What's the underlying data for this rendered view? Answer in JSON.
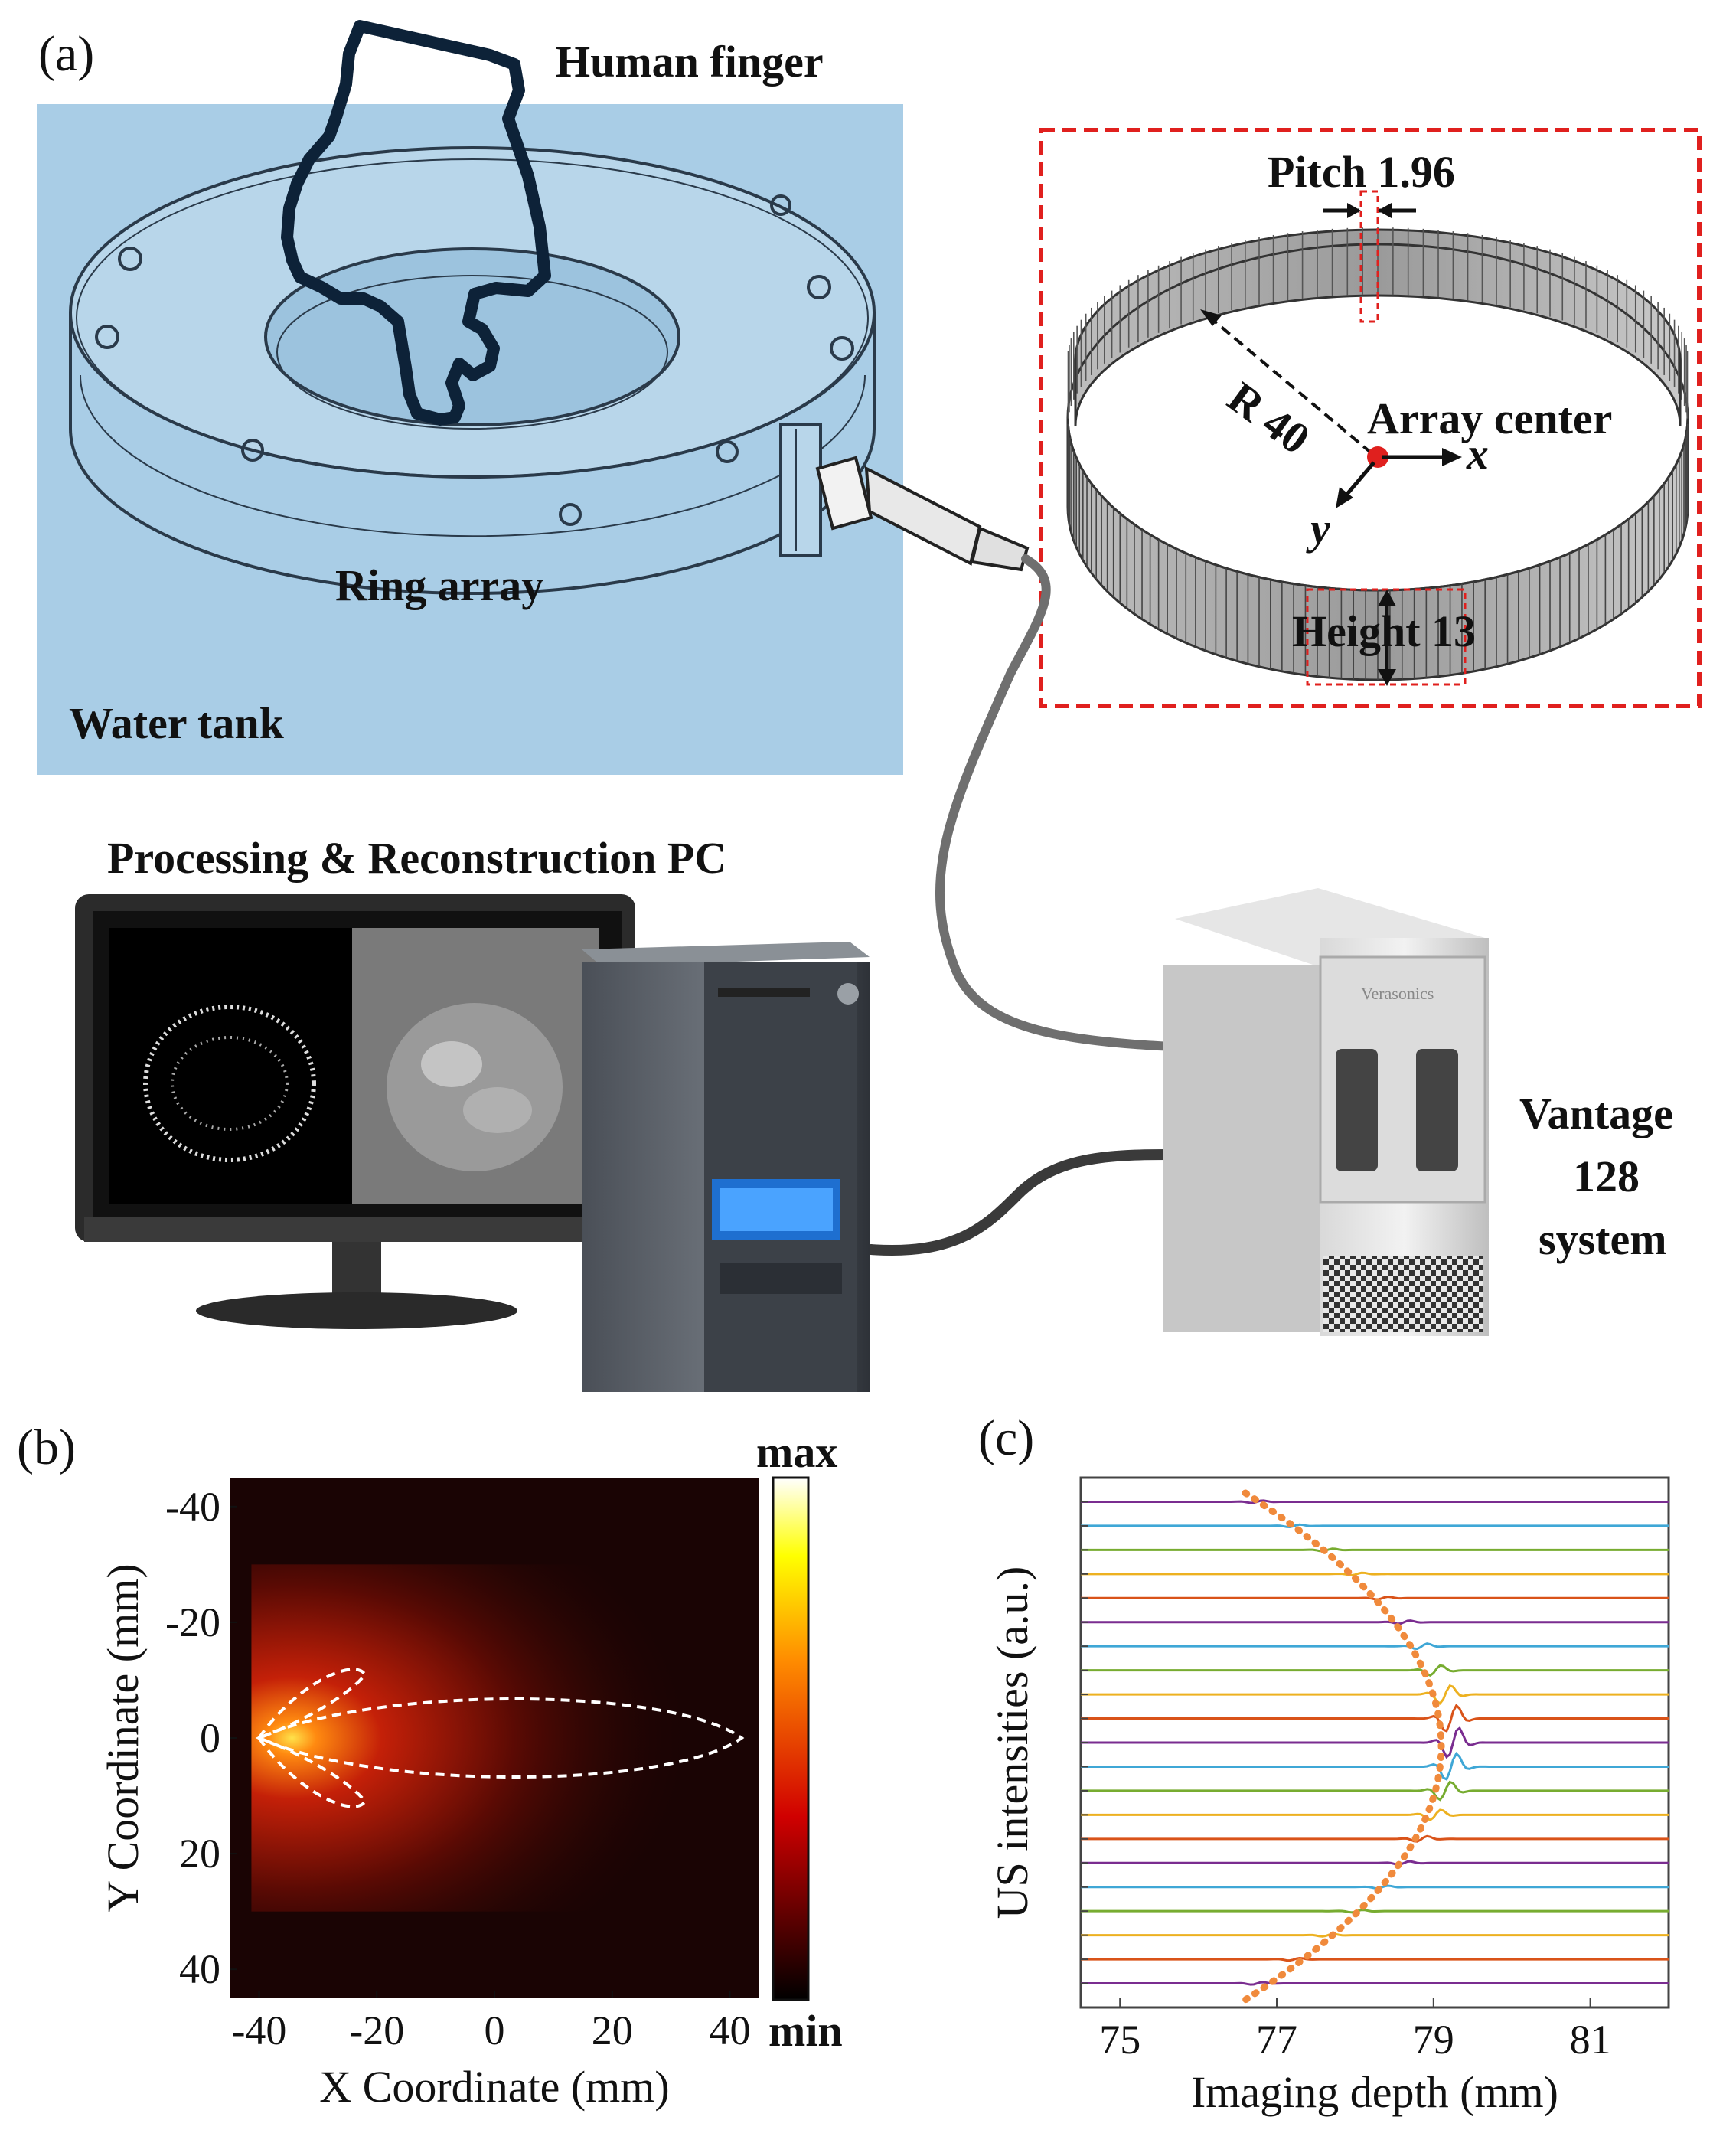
{
  "panel_a": {
    "panel_label": "(a)",
    "human_finger_label": "Human finger",
    "ring_array_label": "Ring array",
    "water_tank_label": "Water tank",
    "pitch_label": "Pitch 1.96",
    "radius_label": "R 40",
    "array_center_label": "Array center",
    "x_axis_label": "x",
    "y_axis_label": "y",
    "height_label": "Height 13",
    "pc_label": "Processing & Reconstruction PC",
    "vantage_line1": "Vantage",
    "vantage_line2": "128",
    "vantage_line3": "system",
    "vantage_brand": "Verasonics",
    "colors": {
      "water": "#a9cde6",
      "dashed_frame": "#e0201e",
      "center_dot": "#e0201e",
      "cable": "#6f6f6f"
    }
  },
  "panel_b": {
    "panel_label": "(b)",
    "colorbar_max_label": "max",
    "colorbar_min_label": "min",
    "colors": {
      "background": "#1a0404",
      "hot": "#ffd000"
    }
  },
  "panel_c": {
    "panel_label": "(c)",
    "colors": {
      "fit_curve": "#f08a3c"
    }
  },
  "chart_data": [
    {
      "type": "heatmap",
      "xlabel": "X Coordinate (mm)",
      "ylabel": "Y Coordinate (mm)",
      "xlim": [
        -45,
        45
      ],
      "ylim": [
        -45,
        45
      ],
      "y_inverted": true,
      "x_ticks": [
        -40,
        -20,
        0,
        20,
        40
      ],
      "y_ticks": [
        -40,
        -20,
        0,
        20,
        40
      ],
      "colorbar": {
        "max_label": "max",
        "min_label": "min",
        "colormap": "hot"
      },
      "source_x": -40,
      "source_y": 0
    },
    {
      "type": "line",
      "xlabel": "Imaging depth (mm)",
      "ylabel": "US intensities (a.u.)",
      "xlim": [
        74.5,
        82
      ],
      "x_ticks": [
        75,
        77,
        79,
        81
      ],
      "trace_count": 21,
      "series_colors": [
        "#7a2d90",
        "#3fa7d6",
        "#77ac30",
        "#edb120",
        "#d95319"
      ],
      "curve_vertex_depth": 79.1,
      "curve_top_depth": 76.6,
      "curve_bottom_depth": 76.7
    }
  ]
}
